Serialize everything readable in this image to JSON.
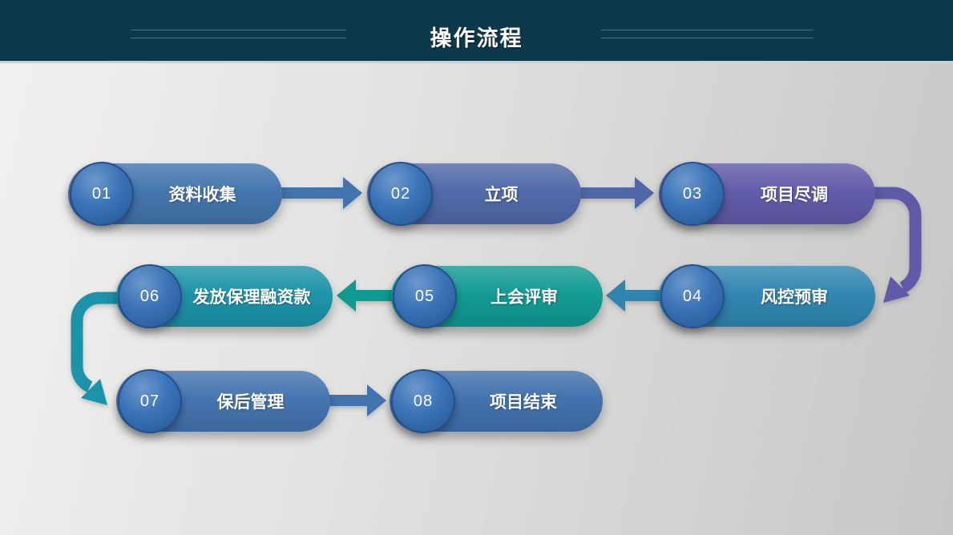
{
  "slide": {
    "title": "操作流程",
    "header_bg": "#0d3a4a",
    "accent_line_color": "#2a7da0",
    "title_color": "#ffffff"
  },
  "badge": {
    "circle_color": "#2f6cb4"
  },
  "steps": [
    {
      "number": "01",
      "label": "资料收集",
      "color": "#4174ad"
    },
    {
      "number": "02",
      "label": "立项",
      "color": "#4f68a8"
    },
    {
      "number": "03",
      "label": "项目尽调",
      "color": "#5f5aa8"
    },
    {
      "number": "04",
      "label": "风控预审",
      "color": "#2f85b0"
    },
    {
      "number": "05",
      "label": "上会评审",
      "color": "#0f9a92"
    },
    {
      "number": "06",
      "label": "发放保理融资款",
      "color": "#1b93a8"
    },
    {
      "number": "07",
      "label": "保后管理",
      "color": "#4273ae"
    },
    {
      "number": "08",
      "label": "项目结束",
      "color": "#3f70ac"
    }
  ]
}
